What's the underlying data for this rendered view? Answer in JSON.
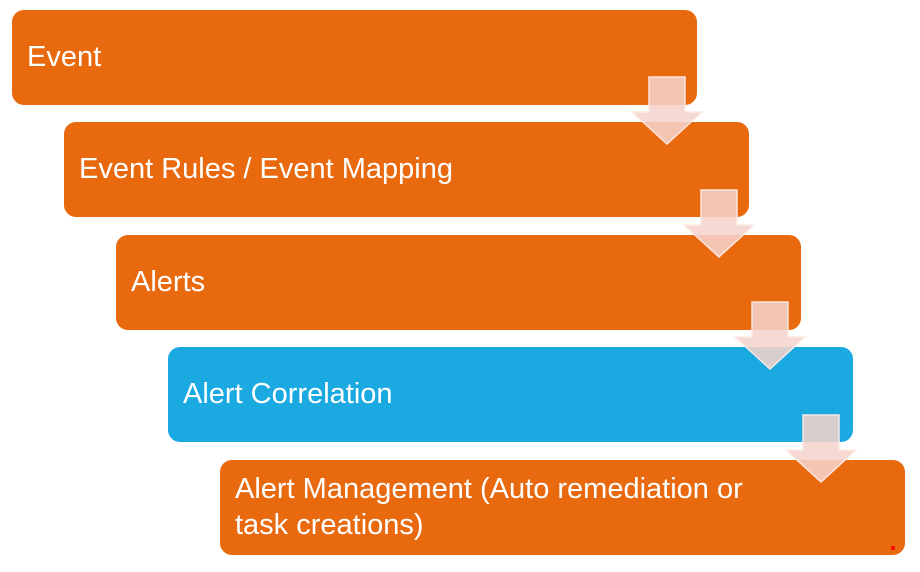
{
  "diagram": {
    "kind": "step-down-process",
    "background_color": "#FFFFFF",
    "text_color": "#FFFFFF",
    "steps": [
      {
        "label": "Event",
        "color_name": "orange",
        "fill": "#E8690E"
      },
      {
        "label": "Event Rules / Event Mapping",
        "color_name": "orange",
        "fill": "#E8690E"
      },
      {
        "label": "Alerts",
        "color_name": "orange",
        "fill": "#E8690E"
      },
      {
        "label": "Alert Correlation",
        "color_name": "blue",
        "fill": "#1BA9E1"
      },
      {
        "label": "Alert Management (Auto remediation or task creations)",
        "color_name": "orange",
        "fill": "#E8690E"
      }
    ],
    "connectors": {
      "shape": "down-arrow",
      "count": 4,
      "fill": "rgba(245,211,203,0.87)",
      "border": "rgba(252,234,229,0.95)"
    },
    "artifact": {
      "name": "red-dot",
      "color": "#F00B00"
    }
  }
}
